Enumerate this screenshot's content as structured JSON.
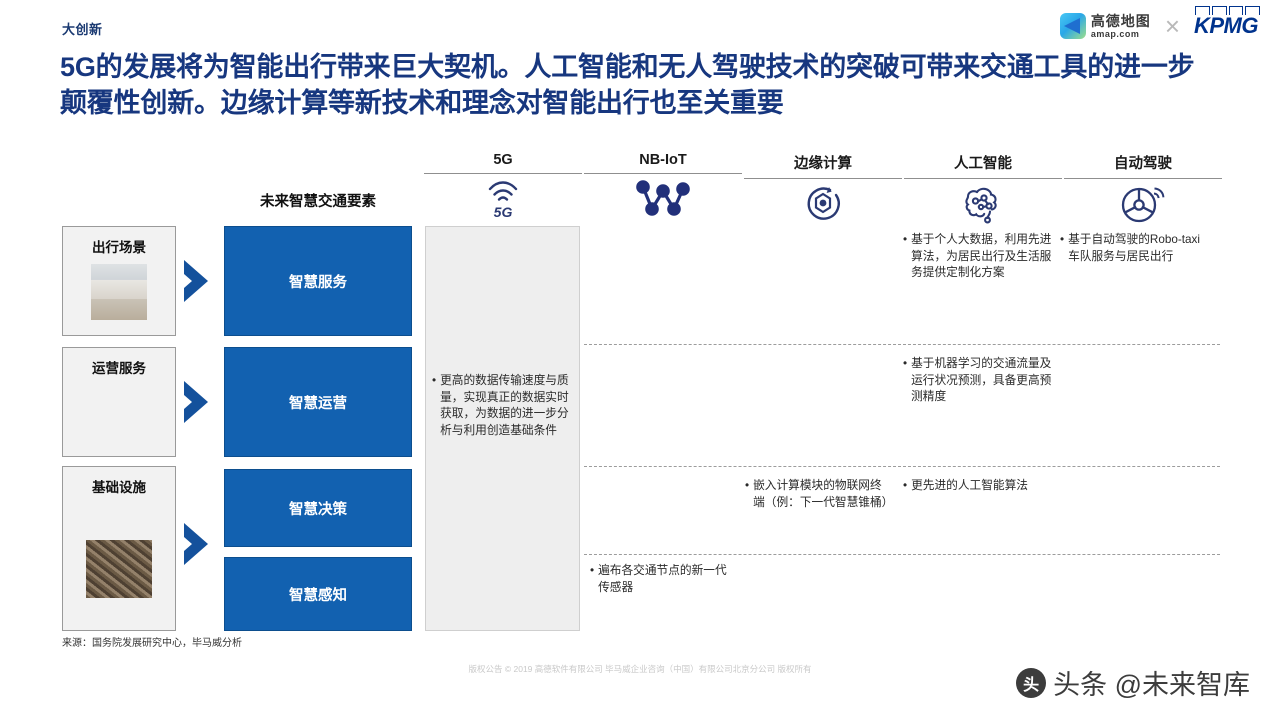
{
  "header": {
    "kicker": "大创新",
    "logo_amap_cn": "高德地图",
    "logo_amap_en": "amap.com",
    "logo_x": "×",
    "logo_kpmg": "KPMG"
  },
  "title": "5G的发展将为智能出行带来巨大契机。人工智能和无人驾驶技术的突破可带来交通工具的进一步颠覆性创新。边缘计算等新技术和理念对智能出行也至关重要",
  "matrix": {
    "elements_header": "未来智慧交通要素",
    "columns": [
      {
        "label": "5G",
        "icon": "wifi-5g-icon"
      },
      {
        "label": "NB-IoT",
        "icon": "network-nodes-icon"
      },
      {
        "label": "边缘计算",
        "icon": "edge-compute-icon"
      },
      {
        "label": "人工智能",
        "icon": "brain-icon"
      },
      {
        "label": "自动驾驶",
        "icon": "steering-wheel-icon"
      }
    ],
    "scenes": [
      {
        "name": "出行场景",
        "photo": "person-at-kiosk-photo"
      },
      {
        "name": "运营服务",
        "photo": "traffic-cones-photo"
      },
      {
        "name": "基础设施",
        "photo": "cable-bundle-photo"
      }
    ],
    "blue_boxes": [
      "智慧服务",
      "智慧运营",
      "智慧决策",
      "智慧感知"
    ],
    "cells": {
      "g5_span": "更高的数据传输速度与质量，实现真正的数据实时获取，为数据的进一步分析与利用创造基础条件",
      "nbiot_sense": "遍布各交通节点的新一代传感器",
      "edge_decide": "嵌入计算模块的物联网终端（例：下一代智慧锥桶）",
      "ai_service": "基于个人大数据，利用先进算法，为居民出行及生活服务提供定制化方案",
      "ai_operate": "基于机器学习的交通流量及运行状况预测，具备更高预测精度",
      "ai_decide": "更先进的人工智能算法",
      "auto_service": "基于自动驾驶的Robo-taxi车队服务与居民出行"
    }
  },
  "footer": {
    "source": "来源：国务院发展研究中心，毕马威分析",
    "copyright": "版权公告 © 2019 高德软件有限公司 毕马威企业咨询（中国）有限公司北京分公司 版权所有",
    "watermark_badge": "头",
    "watermark_text": "头条 @未来智库"
  },
  "colors": {
    "brand_blue": "#1261b0",
    "title_blue": "#17377f",
    "icon_navy": "#2b3a73",
    "kpmg_blue": "#00338d"
  }
}
